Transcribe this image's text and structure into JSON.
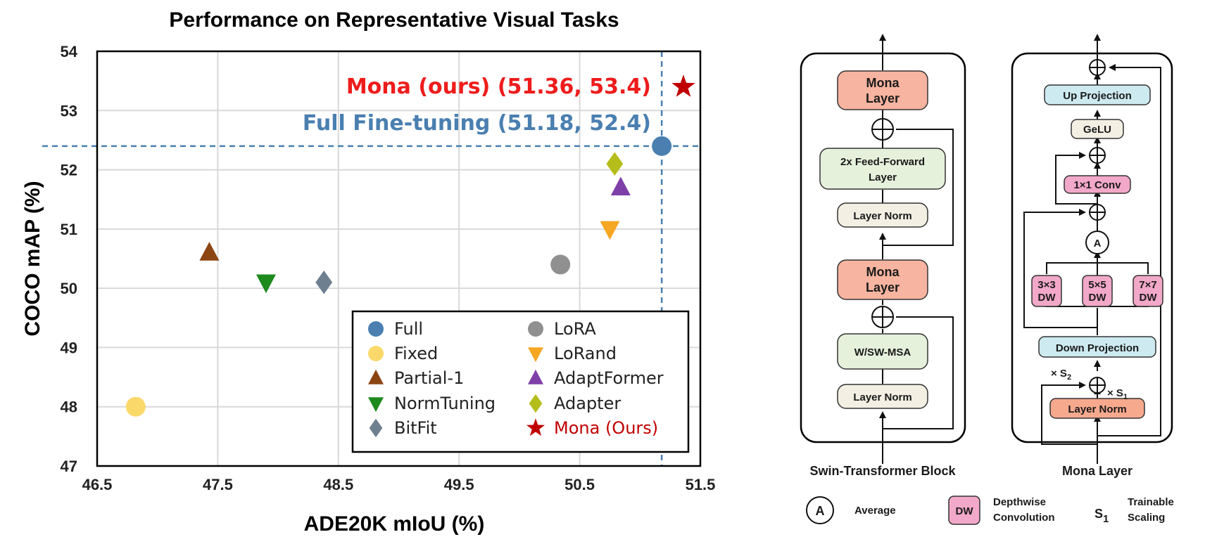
{
  "chart_data": {
    "type": "scatter",
    "title": "Performance on Representative Visual Tasks",
    "xlabel": "ADE20K mIoU (%)",
    "ylabel": "COCO mAP (%)",
    "xlim": [
      46.5,
      51.5
    ],
    "ylim": [
      47,
      54
    ],
    "xticks": [
      "46.5",
      "47.5",
      "48.5",
      "49.5",
      "50.5",
      "51.5"
    ],
    "yticks": [
      "47",
      "48",
      "49",
      "50",
      "51",
      "52",
      "53",
      "54"
    ],
    "grid": true,
    "legend_placement": "bottom-right",
    "series": [
      {
        "name": "Full",
        "marker": "circle",
        "color": "#4a7fb0",
        "x": 51.18,
        "y": 52.4
      },
      {
        "name": "Fixed",
        "marker": "circle",
        "color": "#fbd86a",
        "x": 46.82,
        "y": 48.0
      },
      {
        "name": "Partial-1",
        "marker": "triangle-up",
        "color": "#8b4513",
        "x": 47.43,
        "y": 50.6
      },
      {
        "name": "NormTuning",
        "marker": "triangle-down",
        "color": "#1e8a1e",
        "x": 47.9,
        "y": 50.1
      },
      {
        "name": "BitFit",
        "marker": "diamond",
        "color": "#6e7f90",
        "x": 48.38,
        "y": 50.1
      },
      {
        "name": "LoRA",
        "marker": "circle",
        "color": "#909090",
        "x": 50.34,
        "y": 50.4
      },
      {
        "name": "LoRand",
        "marker": "triangle-down",
        "color": "#f5a623",
        "x": 50.75,
        "y": 51.0
      },
      {
        "name": "AdaptFormer",
        "marker": "triangle-up",
        "color": "#7f3fa8",
        "x": 50.84,
        "y": 51.7
      },
      {
        "name": "Adapter",
        "marker": "diamond",
        "color": "#b5bd1a",
        "x": 50.79,
        "y": 52.1
      },
      {
        "name": "Mona (Ours)",
        "marker": "star",
        "color": "#c00000",
        "x": 51.36,
        "y": 53.4
      }
    ],
    "annotations": [
      {
        "text": "Mona (ours) (51.36, 53.4)",
        "color": "#ee1c1c"
      },
      {
        "text": "Full Fine-tuning (51.18, 52.4)",
        "color": "#4a7fb0"
      }
    ],
    "reference_lines": {
      "x": 51.18,
      "y": 52.4,
      "color": "#4a7fb0",
      "style": "dashed"
    }
  },
  "diagram": {
    "swin_block": {
      "caption": "Swin-Transformer Block",
      "boxes": [
        "Mona Layer",
        "2x Feed-Forward Layer",
        "Layer Norm",
        "Mona Layer",
        "W/SW-MSA",
        "Layer Norm"
      ]
    },
    "mona_layer": {
      "caption": "Mona Layer",
      "up_projection": "Up Projection",
      "gelu": "GeLU",
      "conv1x1": "1×1 Conv",
      "average_node": "A",
      "dw_boxes": [
        "3×3 DW",
        "5×5 DW",
        "7×7 DW"
      ],
      "down_projection": "Down Projection",
      "layer_norm": "Layer Norm",
      "scale_s2": "× S2",
      "scale_s1": "× S1"
    },
    "key": {
      "average_symbol": "A",
      "average_label": "Average",
      "dw_symbol": "DW",
      "dw_label_line1": "Depthwise",
      "dw_label_line2": "Convolution",
      "scaling_symbol": "S1",
      "scaling_label_line1": "Trainable",
      "scaling_label_line2": "Scaling"
    },
    "colors": {
      "mona_box": "#f7b4a0",
      "ffn_box": "#e6f1dc",
      "norm_box": "#f3efe3",
      "proj_box": "#cdeaf0",
      "conv_box": "#f2a8c8",
      "ln_mona_box": "#f7a98e"
    }
  }
}
